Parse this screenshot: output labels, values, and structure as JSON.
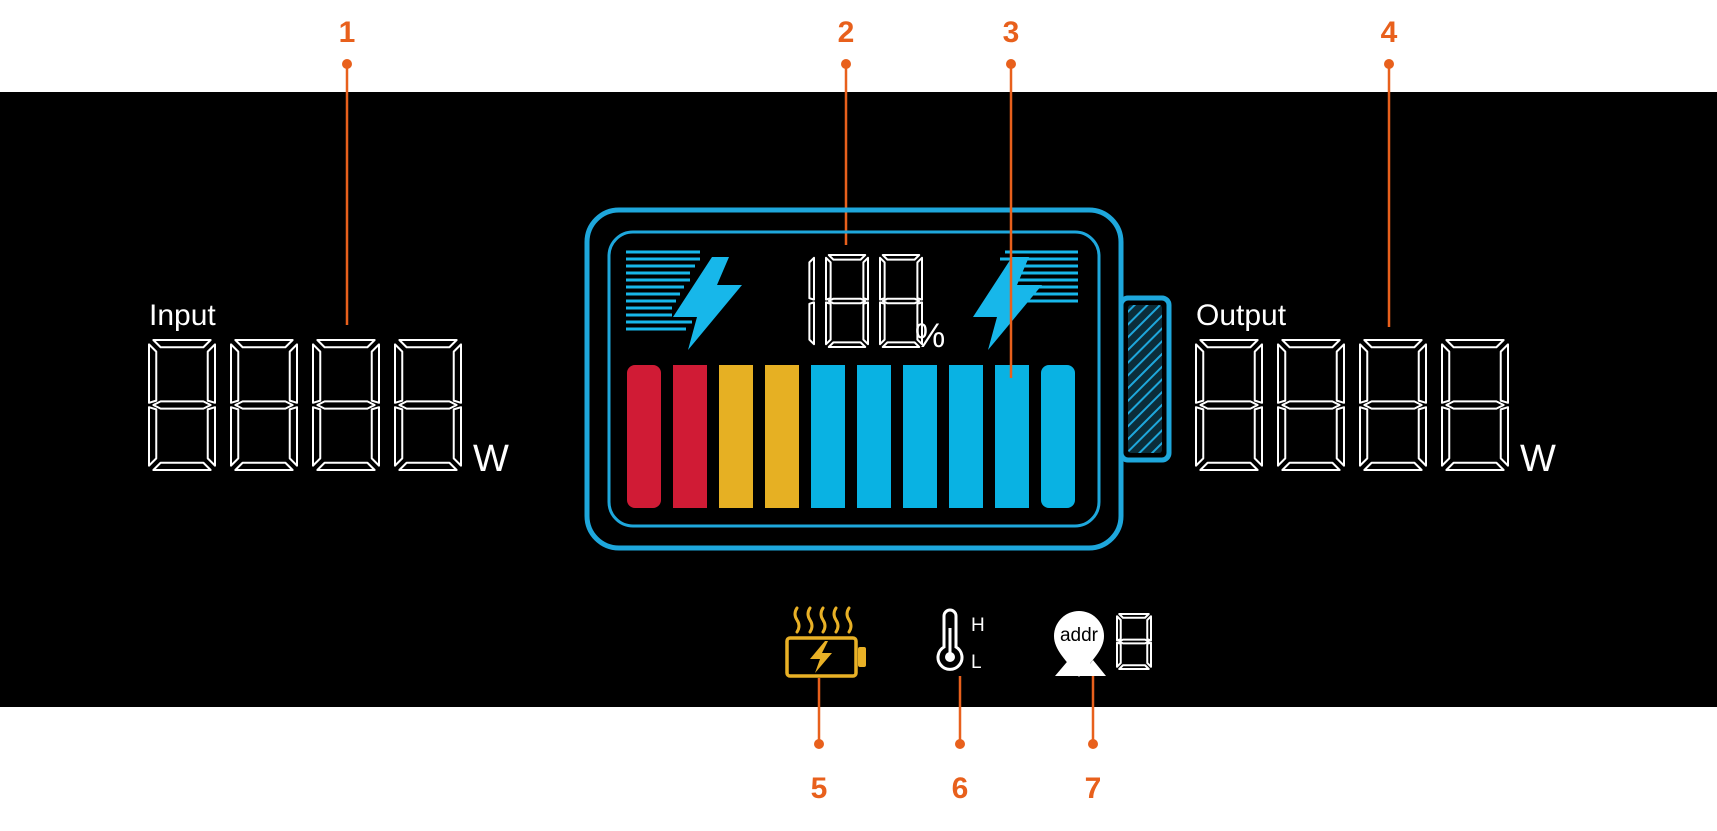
{
  "callouts": [
    "1",
    "2",
    "3",
    "4",
    "5",
    "6",
    "7"
  ],
  "input": {
    "label": "Input",
    "digits": "8888",
    "unit": "W"
  },
  "output": {
    "label": "Output",
    "digits": "8888",
    "unit": "W"
  },
  "battery": {
    "percent_digits": "188",
    "percent_unit": "%",
    "bar_count": 10,
    "bar_colors": [
      "#d01b35",
      "#d01b35",
      "#e6b023",
      "#e6b023",
      "#09b2e3",
      "#09b2e3",
      "#09b2e3",
      "#09b2e3",
      "#09b2e3",
      "#09b2e3"
    ]
  },
  "temperature": {
    "high": "H",
    "low": "L"
  },
  "address": {
    "icon_text": "addr",
    "digit": "8"
  },
  "colors": {
    "callout": "#e8601c",
    "battery_frame": "#1ea7dc",
    "lightning": "#17b7ea",
    "heater": "#e9b126",
    "lcd_text": "#ffffff"
  },
  "icons": [
    "lightning-icon",
    "battery-heating-icon",
    "thermometer-icon",
    "address-pin-icon"
  ]
}
